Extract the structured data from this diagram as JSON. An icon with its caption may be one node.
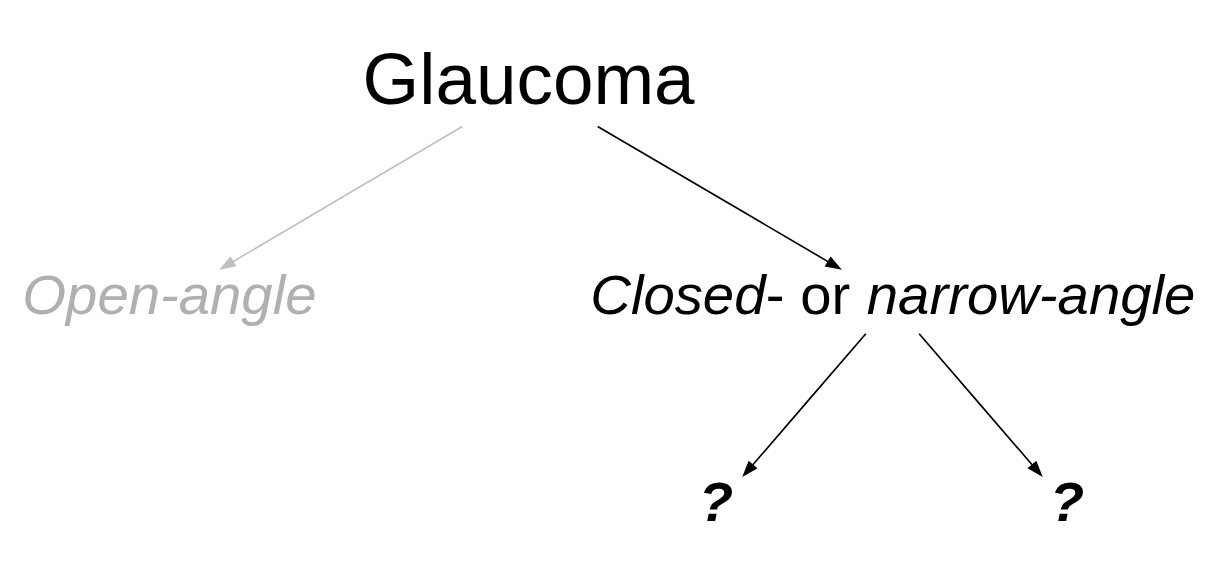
{
  "diagram": {
    "nodes": [
      {
        "text": [
          "Glaucoma"
        ]
      },
      {
        "text": [
          "Open-angle"
        ]
      },
      {
        "text": [
          "*Closed*- or *narrow-angle*"
        ]
      },
      {
        "text": [
          "?"
        ]
      },
      {
        "text": [
          "?"
        ]
      }
    ],
    "edges": [
      {
        "from": 0,
        "to": 1,
        "arrow": "to",
        "color": "#c0c0c0"
      },
      {
        "from": 0,
        "to": 2,
        "arrow": "to"
      },
      {
        "from": 2,
        "to": 3,
        "arrow": "to"
      },
      {
        "from": 2,
        "to": 4,
        "arrow": "to"
      }
    ]
  }
}
